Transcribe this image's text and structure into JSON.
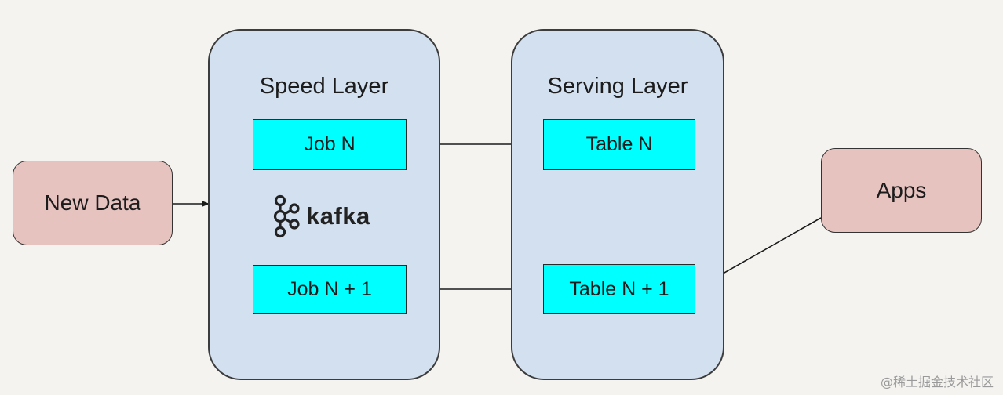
{
  "nodes": {
    "new_data": "New Data",
    "apps": "Apps"
  },
  "speed_layer": {
    "title": "Speed Layer",
    "job_n": "Job N",
    "job_n_plus_1": "Job N + 1",
    "logo_text": "kafka"
  },
  "serving_layer": {
    "title": "Serving Layer",
    "table_n": "Table N",
    "table_n_plus_1": "Table N + 1"
  },
  "watermark": "@稀土掘金技术社区",
  "colors": {
    "layer_fill": "#d3e0ef",
    "box_fill": "#00ffff",
    "node_fill": "#e7c3c0",
    "background": "#f4f3f0"
  }
}
